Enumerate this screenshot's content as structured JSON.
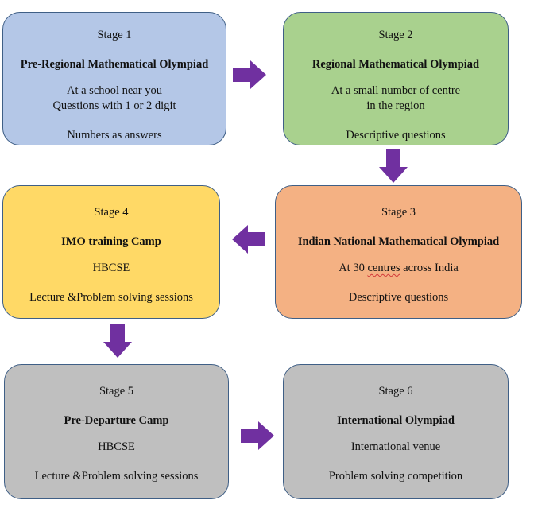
{
  "colors": {
    "stage1_fill": "#b4c7e7",
    "stage2_fill": "#a9d18e",
    "stage3_fill": "#f4b183",
    "stage4_fill": "#ffd966",
    "stage5_fill": "#bfbfbf",
    "stage6_fill": "#bfbfbf",
    "arrow": "#7030a0",
    "border": "#3f5f86"
  },
  "stages": [
    {
      "label": "Stage 1",
      "title": "Pre-Regional Mathematical Olympiad",
      "lines": [
        "At a school near you",
        "Questions with 1 or 2 digit",
        "Numbers as answers"
      ]
    },
    {
      "label": "Stage 2",
      "title": "Regional Mathematical Olympiad",
      "lines": [
        "At a small number of centre",
        "in the region",
        "Descriptive questions"
      ]
    },
    {
      "label": "Stage 3",
      "title": "Indian National Mathematical Olympiad",
      "line1_prefix": "At 30 ",
      "line1_flagged": "centres",
      "line1_suffix": " across India",
      "lines": [
        "Descriptive questions"
      ]
    },
    {
      "label": "Stage 4",
      "title": "IMO training Camp",
      "lines": [
        "HBCSE",
        "Lecture &Problem solving sessions"
      ]
    },
    {
      "label": "Stage 5",
      "title": "Pre-Departure Camp",
      "lines": [
        "HBCSE",
        "Lecture &Problem solving sessions"
      ]
    },
    {
      "label": "Stage 6",
      "title": "International Olympiad",
      "lines": [
        "International venue",
        "Problem solving competition"
      ]
    }
  ],
  "arrows": [
    {
      "from": "Stage 1",
      "to": "Stage 2",
      "direction": "right"
    },
    {
      "from": "Stage 2",
      "to": "Stage 3",
      "direction": "down"
    },
    {
      "from": "Stage 3",
      "to": "Stage 4",
      "direction": "left"
    },
    {
      "from": "Stage 4",
      "to": "Stage 5",
      "direction": "down"
    },
    {
      "from": "Stage 5",
      "to": "Stage 6",
      "direction": "right"
    }
  ]
}
